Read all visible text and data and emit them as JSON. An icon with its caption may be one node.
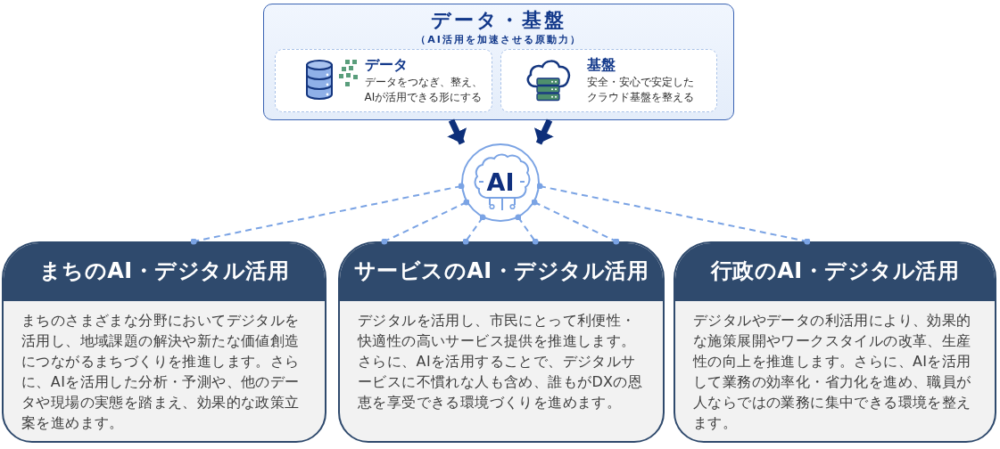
{
  "diagram": {
    "nodes": [
      {
        "text": [
          "データ・基盤",
          "（AI活用を加速させる原動力）"
        ]
      },
      {
        "text": [
          "データ",
          "データをつなぎ、整え、AIが活用できる形にする"
        ],
        "in": 0
      },
      {
        "text": [
          "基盤",
          "安全・安心で安定したクラウド基盤を整える"
        ],
        "in": 0
      },
      {
        "text": [
          "AI"
        ]
      },
      {
        "text": [
          "まちのAI・デジタル活用",
          "まちのさまざまな分野においてデジタルを活用し、地域課題の解決や新たな価値創造につながるまちづくりを推進します。さらに、AIを活用した分析・予測や、他のデータや現場の実態を踏まえ、効果的な政策立案を進めます。"
        ]
      },
      {
        "text": [
          "サービスのAI・デジタル活用",
          "デジタルを活用し、市民にとって利便性・快適性の高いサービス提供を推進します。さらに、AIを活用することで、デジタルサービスに不慣れな人も含め、誰もがDXの恩恵を享受できる環境づくりを進めます。"
        ]
      },
      {
        "text": [
          "行政のAI・デジタル活用",
          "デジタルやデータの利活用により、効果的な施策展開やワークスタイルの改革、生産性の向上を推進します。さらに、AIを活用して業務の効率化・省力化を進め、職員が人ならではの業務に集中できる環境を整えます。"
        ]
      }
    ],
    "edges": [
      {
        "from": 0,
        "to": 3,
        "arrow": "to",
        "style": "thick",
        "color": "#0d2f7a"
      },
      {
        "from": 0,
        "to": 3,
        "arrow": "to",
        "style": "thick",
        "color": "#0d2f7a"
      },
      {
        "from": 3,
        "to": 4,
        "arrow": "other",
        "style": "dashed"
      },
      {
        "from": 3,
        "to": 5,
        "arrow": "other",
        "style": "dashed"
      },
      {
        "from": 3,
        "to": 5,
        "arrow": "other",
        "style": "dashed"
      },
      {
        "from": 3,
        "to": 5,
        "arrow": "other",
        "style": "dashed"
      },
      {
        "from": 3,
        "to": 5,
        "arrow": "other",
        "style": "dashed"
      },
      {
        "from": 3,
        "to": 6,
        "arrow": "other",
        "style": "dashed"
      }
    ]
  }
}
